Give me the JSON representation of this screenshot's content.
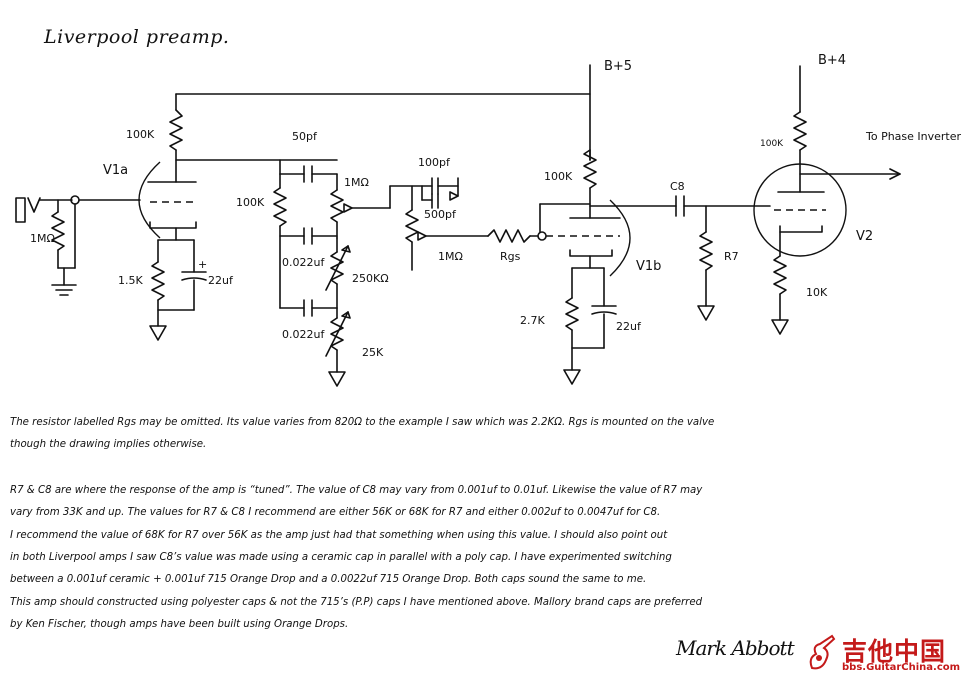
{
  "title": "Liverpool preamp.",
  "labels": {
    "b5": "B+5",
    "b4": "B+4",
    "phase": "To Phase Inverter",
    "v1a": "V1a",
    "v1b": "V1b",
    "v2": "V2",
    "r100k_a": "100K",
    "c50pf": "50pf",
    "r1m_in": "1MΩ",
    "r15k": "1.5K",
    "c22uf_a": "22uf",
    "r100k_b": "100K",
    "pot1m_a": "1MΩ",
    "c0022_a": "0.022uf",
    "pot250k": "250KΩ",
    "c0022_b": "0.022uf",
    "pot25k": "25K",
    "c100pf": "100pf",
    "c500pf": "500pf",
    "pot1m_b": "1MΩ",
    "rgs": "Rgs",
    "r100k_c": "100K",
    "r27k": "2.7K",
    "c22uf_b": "22uf",
    "c8": "C8",
    "r7": "R7",
    "r100k_d": "100K",
    "r10k": "10K"
  },
  "notes": [
    "The resistor labelled Rgs may be omitted. Its value varies from 820Ω to the example I saw which was 2.2KΩ. Rgs is mounted on the valve",
    "though the drawing implies otherwise.",
    "R7 & C8 are where the response of the amp is “tuned”. The value of C8 may vary from 0.001uf to 0.01uf. Likewise the value of R7 may",
    "vary from 33K and up. The values for R7 & C8 I recommend are either 56K or 68K for R7 and either 0.002uf to 0.0047uf for C8.",
    "I recommend the value of 68K for R7 over 56K as the amp just had that something when using this value. I should also point out",
    "in both Liverpool amps I saw C8’s value was made using a ceramic cap in parallel with a poly cap. I have experimented switching",
    "between a 0.001uf ceramic + 0.001uf 715 Orange Drop and a 0.0022uf 715 Orange Drop. Both caps sound the same to me.",
    "This amp should constructed using polyester caps & not the 715’s (P.P) caps I have mentioned above. Mallory brand caps are preferred",
    "by Ken Fischer, though amps have been built using Orange Drops."
  ],
  "signature": "Mark Abbott",
  "watermark": {
    "cn": "吉他中国",
    "url": "bbs.GuitarChina.com",
    "color": "#c41a1a"
  }
}
